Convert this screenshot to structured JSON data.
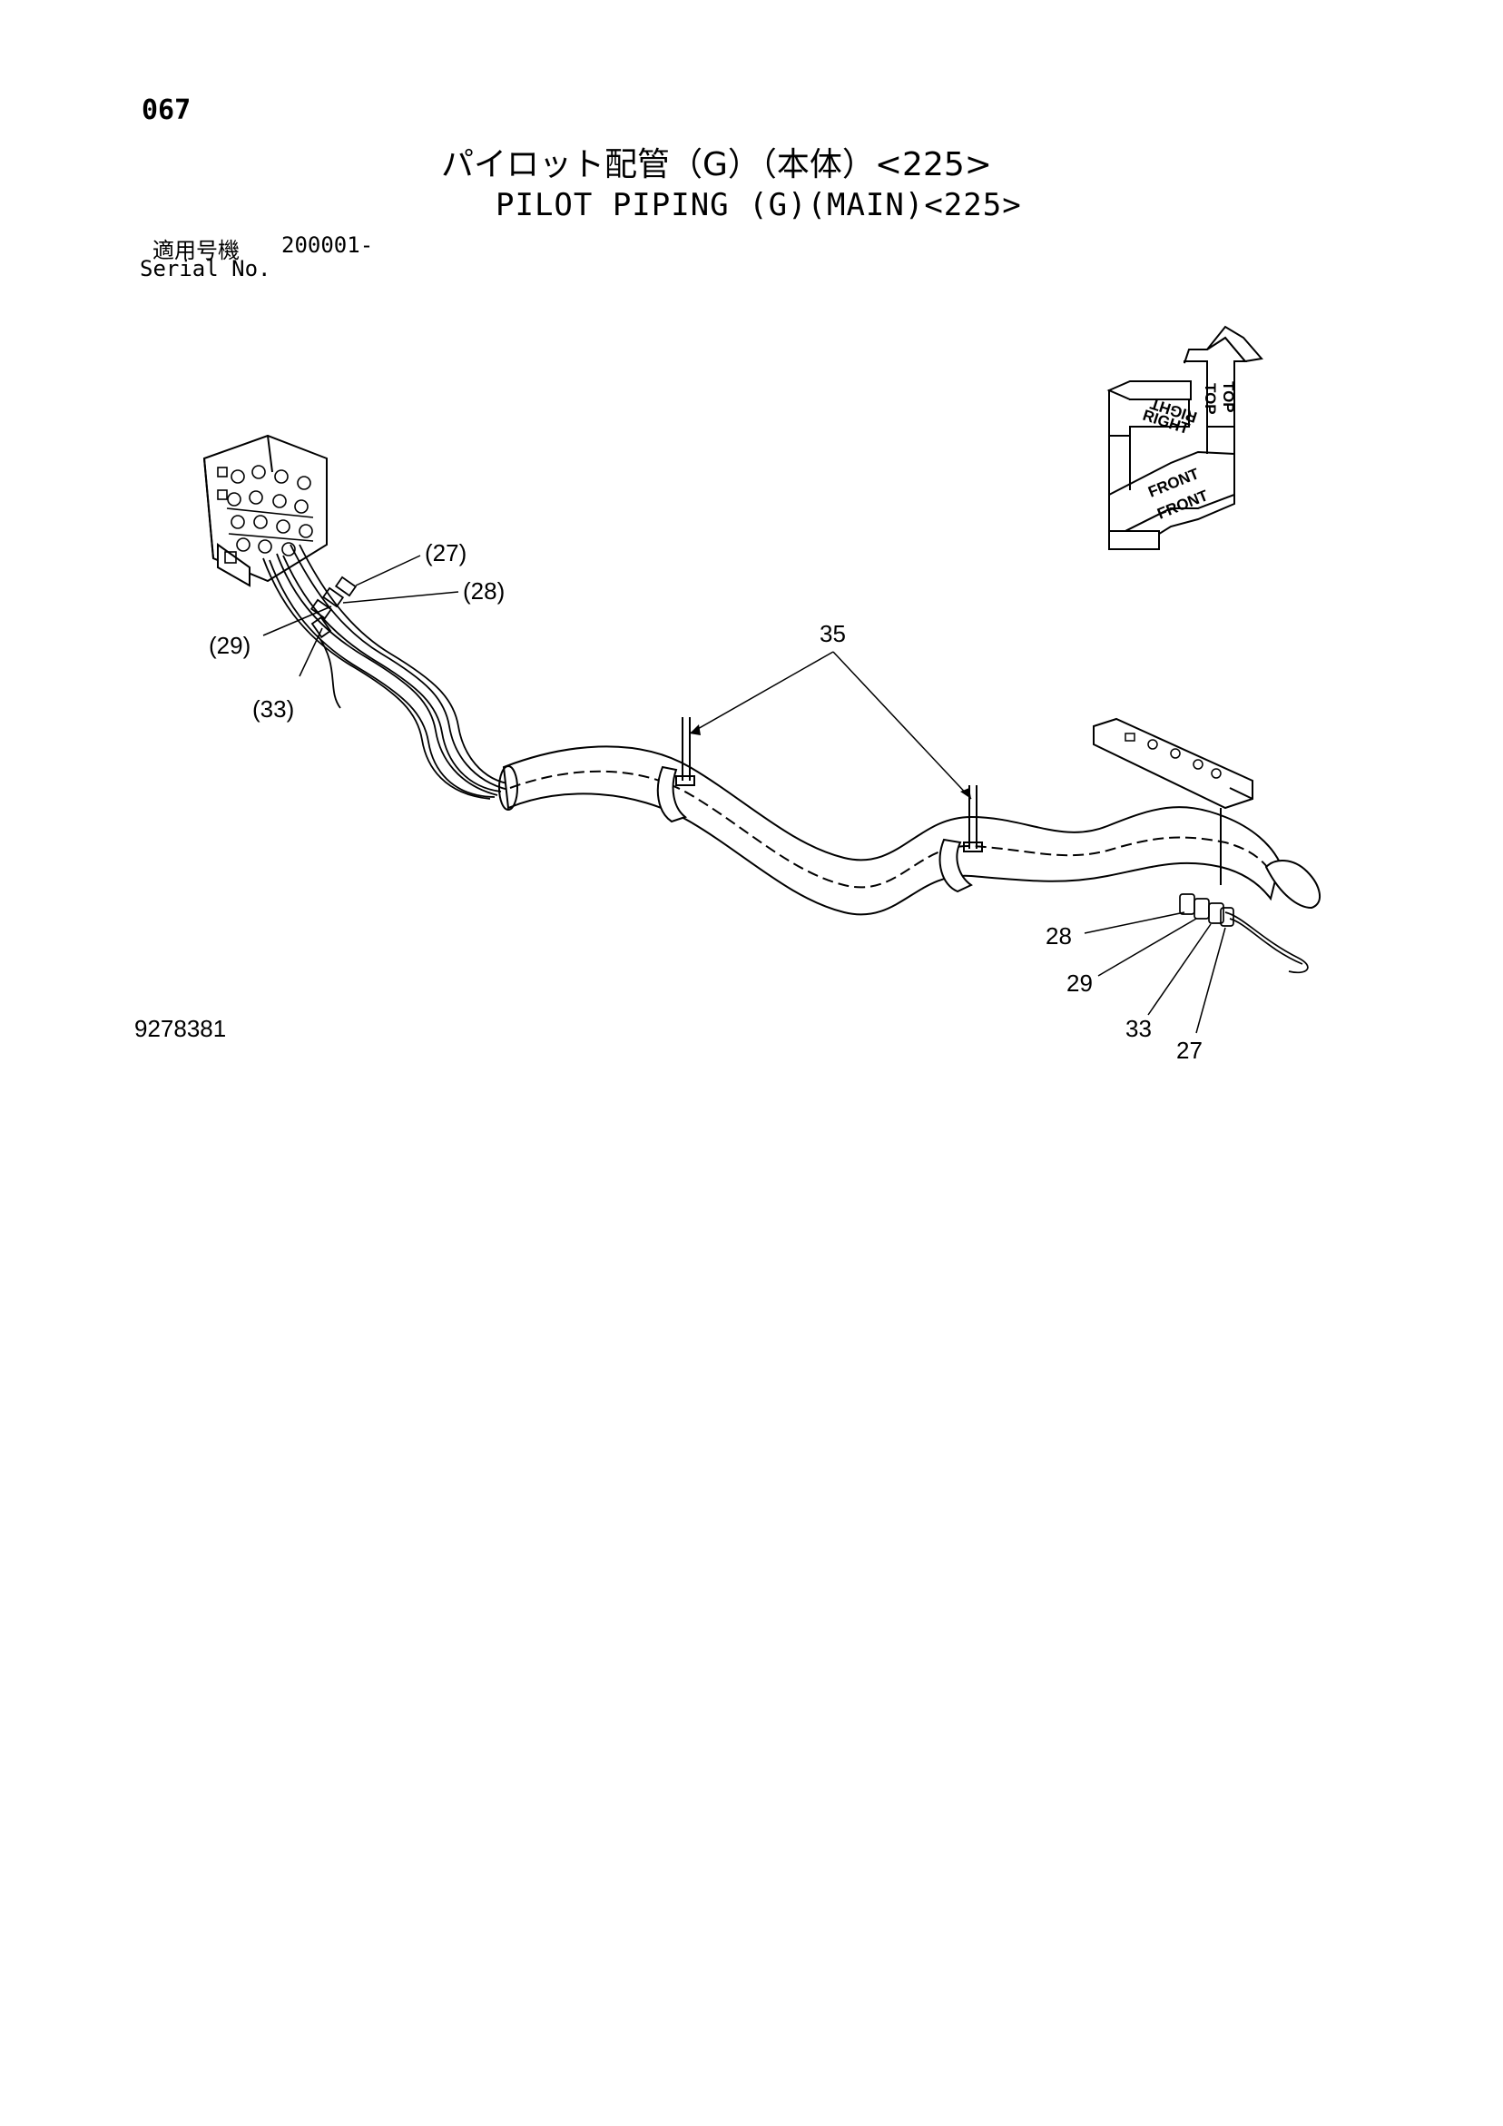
{
  "header": {
    "page_number": "067",
    "title_ja": "パイロット配管（G）（本体）<225>",
    "title_en": "PILOT PIPING (G)(MAIN)<225>",
    "serial_label_ja": "適用号機",
    "serial_range": "200001-",
    "serial_label_en": "Serial No."
  },
  "direction_indicator": {
    "top": "TOP",
    "right": "RIGHT",
    "front": "FRONT"
  },
  "callouts": {
    "c27_paren": "(27)",
    "c28_paren": "(28)",
    "c29_paren": "(29)",
    "c33_paren": "(33)",
    "c35": "35",
    "c28": "28",
    "c29": "29",
    "c33": "33",
    "c27": "27"
  },
  "footer": {
    "drawing_number": "9278381"
  }
}
